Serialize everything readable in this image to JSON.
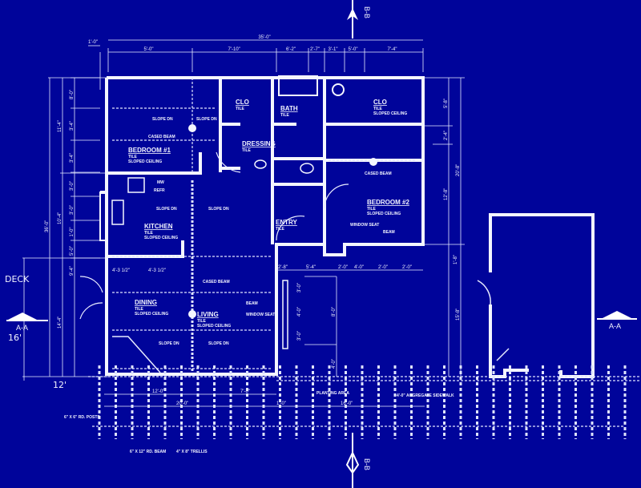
{
  "colors": {
    "background": "#00049a",
    "lines": "#f2f4ff"
  },
  "section_marks": {
    "bb_top": "B-B",
    "bb_bottom": "B-B",
    "aa_left": "A-A",
    "aa_right": "A-A"
  },
  "handwritten": {
    "deck": "DECK",
    "deck_depth": "16'",
    "deck_width": "12'"
  },
  "dimensions": {
    "overall_top": "35'-0\"",
    "offset_left": "1'-0\"",
    "top": [
      "5'-0\"",
      "7'-10\"",
      "6'-2\"",
      "2'-7\"",
      "3'-1\"",
      "5'-0\"",
      "7'-4\""
    ],
    "left_overall": "36'-0\"",
    "left_a": "11'-4\"",
    "left_b": "10'-4\"",
    "left_c": "14'-4\"",
    "left_parts": [
      "8'-0\"",
      "3'-4\"",
      "3'-4\"",
      "3'-0\"",
      "3'-0\"",
      "1'-0\"",
      "5'-0\"",
      "9'-4\""
    ],
    "right_overall": "20'-8\"",
    "right_parts": [
      "5'-8\"",
      "2'-4\"",
      "12'-8\""
    ],
    "right_lower": "15'-8\"",
    "right_small": "1'-8\"",
    "kitchen": [
      "4'-3 1/2\"",
      "4'-3 1/2\""
    ],
    "mid_row": [
      "2'-8\"",
      "5'-4\"",
      "2'-0\"",
      "4'-0\"",
      "2'-0\"",
      "2'-0\""
    ],
    "window_seat": [
      "3'-0\"",
      "4'-0\"",
      "3'-0\"",
      "8'-0\"",
      "4'-0\""
    ],
    "bottom": [
      "12'-0\"",
      "7'-8\"",
      "20'-0\"",
      "1'-0\"",
      "16'-0\""
    ]
  },
  "rooms": {
    "bedroom1": {
      "name": "BEDROOM #1",
      "finish": "TILE",
      "ceiling": "SLOPED CEILING"
    },
    "bedroom2": {
      "name": "BEDROOM #2",
      "finish": "TILE",
      "ceiling": "SLOPED CEILING"
    },
    "clo1": {
      "name": "CLO",
      "finish": "TILE"
    },
    "clo2": {
      "name": "CLO",
      "finish": "TILE",
      "ceiling": "SLOPED CEILING"
    },
    "bath": {
      "name": "BATH",
      "finish": "TILE"
    },
    "dressing": {
      "name": "DRESSING",
      "finish": "TILE"
    },
    "entry": {
      "name": "ENTRY",
      "finish": "TILE"
    },
    "kitchen": {
      "name": "KITCHEN",
      "finish": "TILE",
      "ceiling": "SLOPED CEILING"
    },
    "dining": {
      "name": "DINING",
      "finish": "TILE",
      "ceiling": "SLOPED CEILING"
    },
    "living": {
      "name": "LIVING",
      "finish": "TILE",
      "ceiling": "SLOPED CEILING"
    }
  },
  "notes": {
    "slope_dn": "SLOPE DN",
    "cased_beam": "CASED BEAM",
    "beam": "BEAM",
    "window_seat": "WINDOW SEAT",
    "mw": "MW",
    "refr": "REFR",
    "planting_area": "PLANTING AREA",
    "sidewalk": "4'-0\" AGGREGATE SIDEWALK",
    "posts": "6\" X 6\" RD. POSTS",
    "rd_beam": "6\" X 12\" RD. BEAM",
    "trellis": "4\" X 8\" TRELLIS"
  }
}
